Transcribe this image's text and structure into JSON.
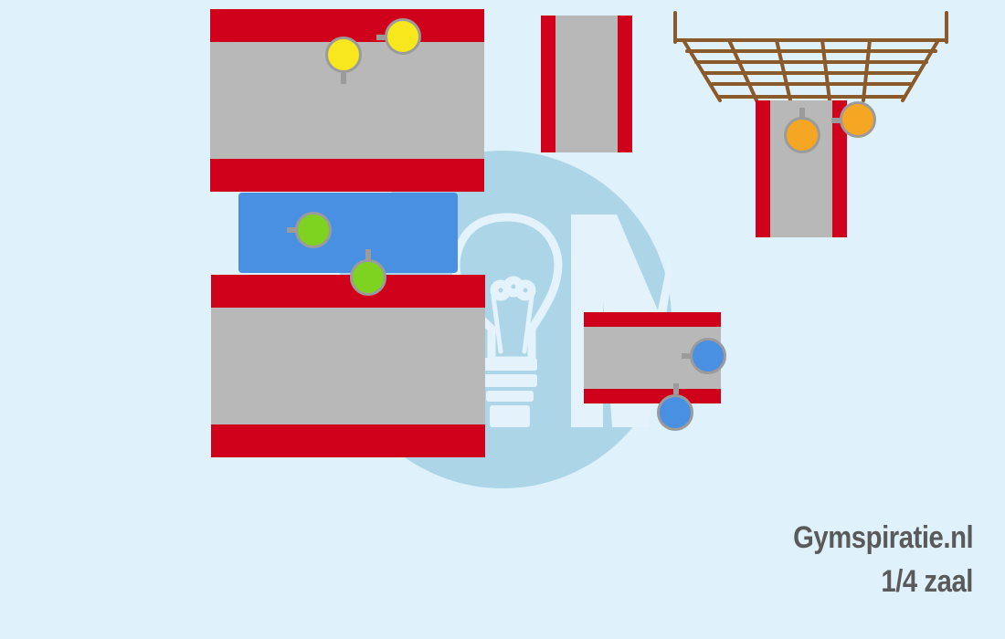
{
  "caption": {
    "site": "Gymspiratie.nl",
    "area": "1/4 zaal"
  },
  "colors": {
    "background": "#dff1fa",
    "watermark_circle": "#acd6e8",
    "watermark_light": "#e4f3fb",
    "mat_grey": "#b8b8b8",
    "mat_red": "#d0021b",
    "blue_mat": "#4a90e2",
    "marker_yellow": "#f8e71c",
    "marker_green": "#7ed321",
    "marker_orange": "#f5a623",
    "marker_blue": "#4a90e2",
    "marker_border": "#9b9b9b",
    "wall_bars_wood": "#8b5a2b",
    "caption_text": "#5a5a5a"
  },
  "stations": [
    {
      "id": "yellow-station",
      "marker_color": "yellow",
      "markers": 2
    },
    {
      "id": "green-station",
      "marker_color": "green",
      "markers": 2
    },
    {
      "id": "orange-station",
      "marker_color": "orange",
      "markers": 2
    },
    {
      "id": "blue-station",
      "marker_color": "blue",
      "markers": 2
    }
  ],
  "icons": [
    "lightbulb-icon",
    "logo-watermark"
  ]
}
